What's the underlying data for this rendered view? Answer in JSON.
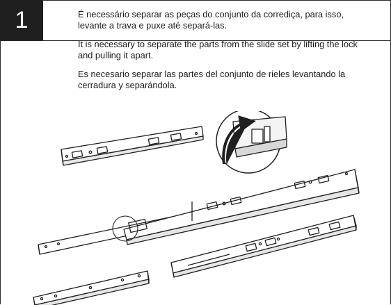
{
  "step": {
    "number": "1"
  },
  "instructions": {
    "pt": "É necessário separar as peças do conjunto da corrediça, para isso, levante a trava e puxe até separá-las.",
    "en": "It is necessary to separate the parts from the slide set by lifting the lock and pulling it apart.",
    "es": "Es necesario separar las partes del conjunto de rieles levantando la cerradura y separándola."
  },
  "illustration": {
    "parts": [
      "inner-rail",
      "slide-assembly",
      "middle-rail",
      "outer-rail"
    ],
    "detail": "lock-lift-detail"
  },
  "colors": {
    "ink": "#1f1f1f",
    "page": "#ffffff"
  }
}
